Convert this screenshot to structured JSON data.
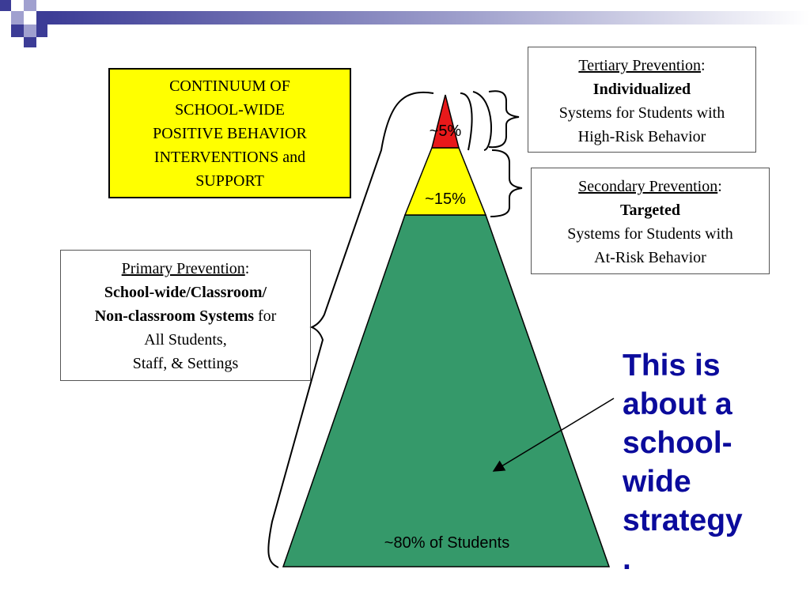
{
  "continuum": {
    "line1": "CONTINUUM OF",
    "line2": "SCHOOL-WIDE",
    "line3": "POSITIVE BEHAVIOR",
    "line4a": "INTERVENTIONS",
    "line4b": "and",
    "line5": "SUPPORT"
  },
  "tertiary": {
    "title": "Tertiary Prevention",
    "colon": ":",
    "emphasis": "Individualized",
    "line1": "Systems for Students with",
    "line2": "High-Risk Behavior"
  },
  "secondary": {
    "title": "Secondary Prevention",
    "colon": ":",
    "emphasis": "Targeted",
    "line1": "Systems for Students with",
    "line2": "At-Risk Behavior"
  },
  "primary": {
    "title": "Primary Prevention",
    "colon": ":",
    "emphasis1": "School-wide/Classroom/",
    "emphasis2": "Non-classroom Systems",
    "for": "for",
    "line1": "All Students,",
    "line2": "Staff, & Settings"
  },
  "pyramid": {
    "top_label": "~5%",
    "middle_label": "~15%",
    "bottom_label": "~80% of Students",
    "colors": {
      "top": "#e8191a",
      "middle": "#ffff00",
      "bottom": "#35996a"
    }
  },
  "callout": {
    "line1": "This is",
    "line2": "about a",
    "line3": "school-",
    "line4": "wide",
    "line5": "strategy",
    "line6": ".",
    "color": "#0b0b9c"
  },
  "theme": {
    "header_blue": "#3c3c96",
    "header_light": "#a0a0cf"
  }
}
